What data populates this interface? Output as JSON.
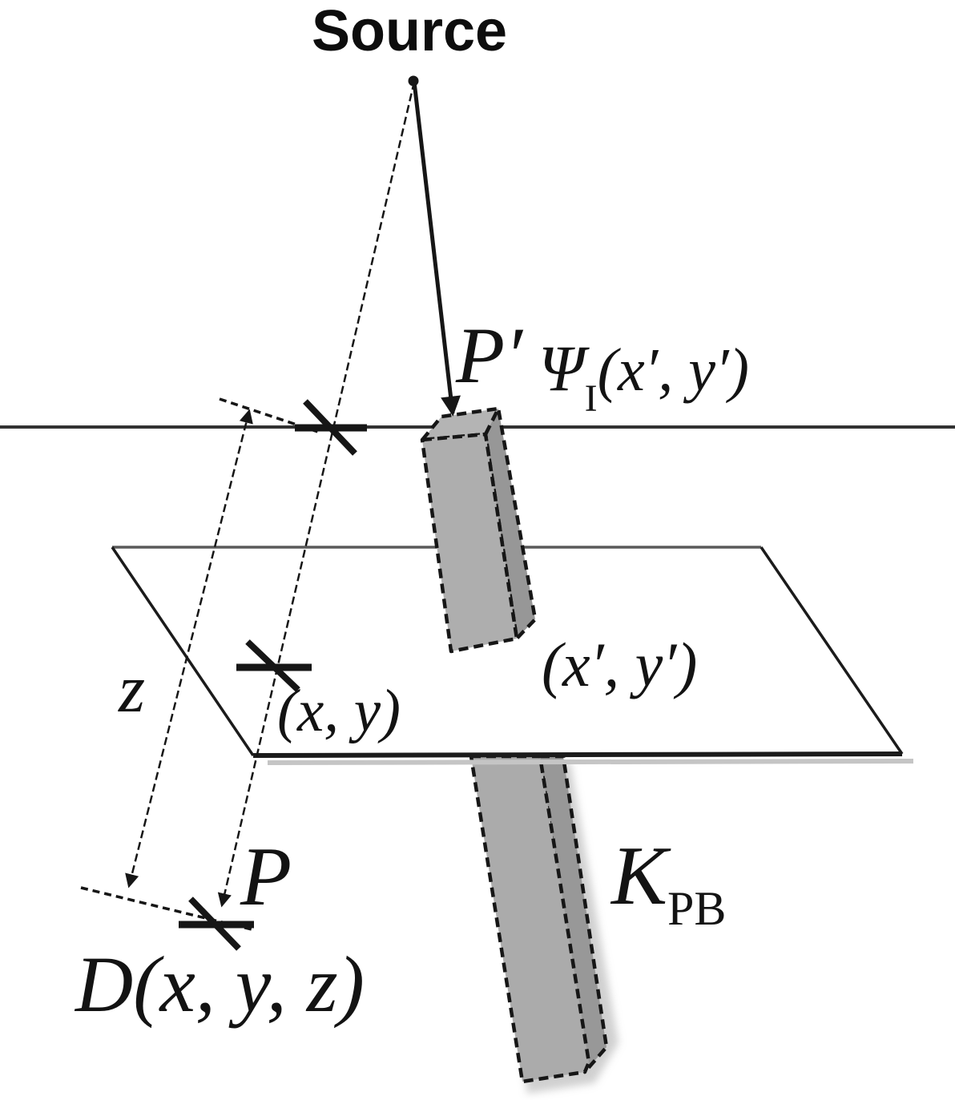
{
  "figure": {
    "title": "Source",
    "labels": {
      "p_prime": "P′",
      "psi": "Ψ",
      "psi_sub": "I",
      "psi_args": "(x′, y′)",
      "plane_xy": "(x, y)",
      "plane_xpyp": "(x′, y′)",
      "depth": "z",
      "point_p": "P",
      "dose": "D(x, y, z)",
      "kernel": "K",
      "kernel_sub": "PB"
    },
    "colors": {
      "outline": "#161616",
      "surface_line": "#323232",
      "plane_fill": "#ffffff",
      "plane_edge": "#1b1b1b",
      "plane_top_edge": "#5a5a5a",
      "beam_top": "#b4b4b4",
      "beam_front": "#aeaeae",
      "beam_side": "#979797",
      "beam_lower_front": "#ababab",
      "beam_lower_side": "#989898",
      "shadow": "#c5c5c5",
      "text": "#131313"
    }
  }
}
